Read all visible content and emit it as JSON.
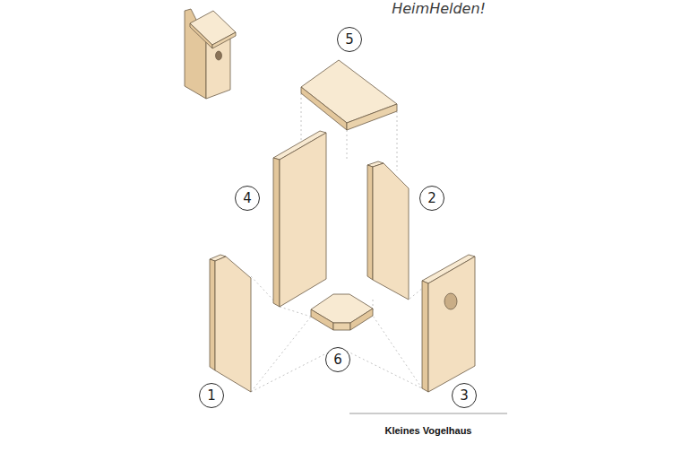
{
  "diagram": {
    "caption": "Kleines Vogelhaus",
    "nodes": [
      {
        "text": [
          "5"
        ]
      },
      {
        "text": [
          "4"
        ]
      },
      {
        "text": [
          "2"
        ]
      },
      {
        "text": [
          "6"
        ]
      },
      {
        "text": [
          "1"
        ]
      },
      {
        "text": [
          "3"
        ]
      }
    ],
    "labels": [
      "HeimHelden!"
    ]
  }
}
